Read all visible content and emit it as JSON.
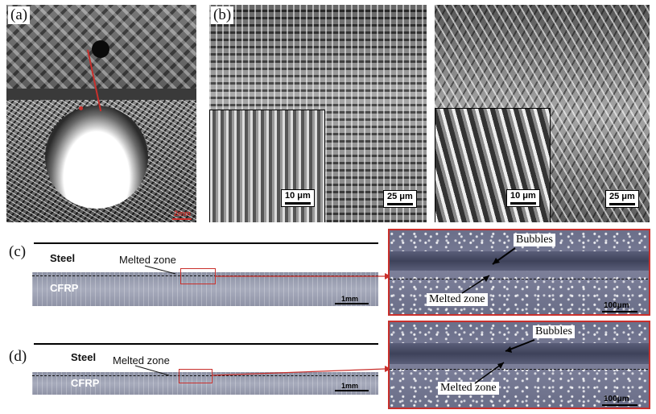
{
  "panels": {
    "a": {
      "label": "(a)",
      "scale": "2mm"
    },
    "b": {
      "label": "(b)",
      "left": {
        "inset_scale": "10 μm",
        "main_scale": "25 μm"
      },
      "right": {
        "inset_scale": "10 μm",
        "main_scale": "25 μm"
      }
    },
    "c": {
      "label": "(c)",
      "steel": "Steel",
      "cfrp": "CFRP",
      "melted_zone": "Melted zone",
      "scale": "1mm",
      "zoom": {
        "bubbles": "Bubbles",
        "melted_zone": "Melted zone",
        "scale": "100μm"
      }
    },
    "d": {
      "label": "(d)",
      "steel": "Steel",
      "cfrp": "CFRP",
      "melted_zone": "Melted zone",
      "scale": "1mm",
      "zoom": {
        "bubbles": "Bubbles",
        "melted_zone": "Melted zone",
        "scale": "100μm"
      }
    }
  },
  "colors": {
    "highlight": "#c9302c"
  }
}
